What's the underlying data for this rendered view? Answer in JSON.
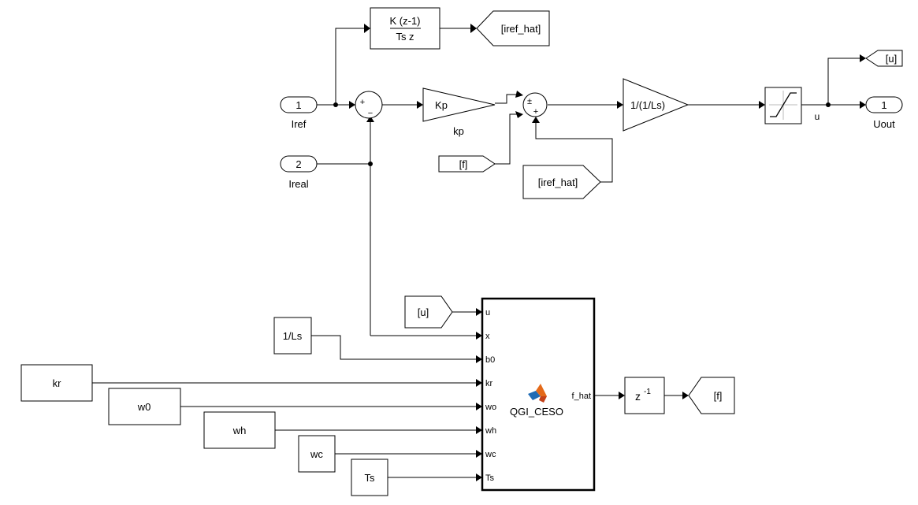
{
  "inports": {
    "iref": {
      "number": "1",
      "label": "Iref"
    },
    "ireal": {
      "number": "2",
      "label": "Ireal"
    }
  },
  "outports": {
    "uout": {
      "number": "1",
      "label": "Uout"
    }
  },
  "discrete_tf": {
    "numerator": "K (z-1)",
    "denominator": "Ts z"
  },
  "gain_kp": {
    "value": "Kp",
    "label": "kp"
  },
  "gain_plant": {
    "value": "1/(1/Ls)"
  },
  "sum1_signs": {
    "top": "+",
    "bottom": "−"
  },
  "sum2_signs": {
    "top": "±",
    "bottom": "+"
  },
  "signal_u_label": "u",
  "goto_tags": {
    "iref_hat": "[iref_hat]",
    "u": "[u]",
    "f": "[f]"
  },
  "from_tags": {
    "f": "[f]",
    "iref_hat": "[iref_hat]",
    "u": "[u]"
  },
  "constants": {
    "one_over_ls": "1/Ls",
    "kr": "kr",
    "w0": "w0",
    "wh": "wh",
    "wc": "wc",
    "ts": "Ts"
  },
  "qgi_block": {
    "name": "QGI_CESO",
    "inputs": [
      "u",
      "x",
      "b0",
      "kr",
      "wo",
      "wh",
      "wc",
      "Ts"
    ],
    "output": "f_hat"
  },
  "unit_delay": {
    "base": "z",
    "exponent": "-1"
  }
}
